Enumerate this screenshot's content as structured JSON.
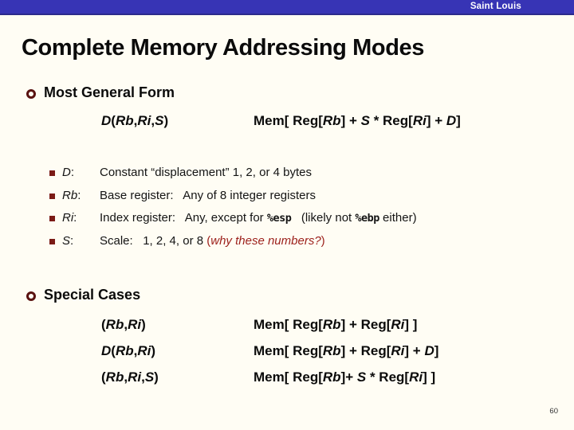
{
  "theme": {
    "bg": "#fffdf4",
    "bar": "#3734b5",
    "barBorder": "#2b2a8c",
    "maroonRing": "#5a1210",
    "maroonSquare": "#7b1b16",
    "darkRed": "#9c1f1a",
    "text": "#111111",
    "pageNum": "#333333"
  },
  "header": {
    "label": "Saint Louis"
  },
  "title": "Complete Memory Addressing Modes",
  "general": {
    "heading": "Most General Form",
    "form": [
      {
        "t": "D",
        "c": "v"
      },
      {
        "t": "("
      },
      {
        "t": "Rb",
        "c": "v"
      },
      {
        "t": ","
      },
      {
        "t": "Ri",
        "c": "v"
      },
      {
        "t": ","
      },
      {
        "t": "S",
        "c": "v"
      },
      {
        "t": ")"
      }
    ],
    "meaning": [
      {
        "t": "Mem[ Reg["
      },
      {
        "t": "Rb",
        "c": "v"
      },
      {
        "t": "] + "
      },
      {
        "t": "S",
        "c": "v"
      },
      {
        "t": " * Reg["
      },
      {
        "t": "Ri",
        "c": "v"
      },
      {
        "t": "] + "
      },
      {
        "t": "D",
        "c": "v"
      },
      {
        "t": "]"
      }
    ],
    "definitions": [
      {
        "term": [
          {
            "t": "D",
            "c": "v"
          },
          {
            "t": ":"
          }
        ],
        "desc": [
          {
            "t": "Constant “displacement” 1, 2, or 4 bytes"
          }
        ]
      },
      {
        "term": [
          {
            "t": "Rb",
            "c": "v"
          },
          {
            "t": ":"
          }
        ],
        "desc": [
          {
            "t": "Base register:   Any of 8 integer registers"
          }
        ]
      },
      {
        "term": [
          {
            "t": "Ri",
            "c": "v"
          },
          {
            "t": ":"
          }
        ],
        "desc": [
          {
            "t": "Index register:   Any, except for "
          },
          {
            "t": "%esp",
            "c": "m"
          },
          {
            "t": "   (likely not "
          },
          {
            "t": "%ebp",
            "c": "m"
          },
          {
            "t": " either)"
          }
        ]
      },
      {
        "term": [
          {
            "t": "S",
            "c": "v"
          },
          {
            "t": ":"
          }
        ],
        "desc": [
          {
            "t": "Scale:   1, 2, 4, or 8 "
          },
          {
            "t": "(",
            "c": "r"
          },
          {
            "t": "why these numbers?",
            "c": "ri"
          },
          {
            "t": ")",
            "c": "r"
          }
        ]
      }
    ]
  },
  "special": {
    "heading": "Special Cases",
    "cases": [
      {
        "form": [
          {
            "t": "("
          },
          {
            "t": "Rb",
            "c": "v"
          },
          {
            "t": ","
          },
          {
            "t": "Ri",
            "c": "v"
          },
          {
            "t": ")"
          }
        ],
        "meaning": [
          {
            "t": "Mem[ Reg["
          },
          {
            "t": "Rb",
            "c": "v"
          },
          {
            "t": "] + Reg["
          },
          {
            "t": "Ri",
            "c": "v"
          },
          {
            "t": "] ]"
          }
        ]
      },
      {
        "form": [
          {
            "t": "D",
            "c": "v"
          },
          {
            "t": "("
          },
          {
            "t": "Rb",
            "c": "v"
          },
          {
            "t": ","
          },
          {
            "t": "Ri",
            "c": "v"
          },
          {
            "t": ")"
          }
        ],
        "meaning": [
          {
            "t": "Mem[ Reg["
          },
          {
            "t": "Rb",
            "c": "v"
          },
          {
            "t": "] + Reg["
          },
          {
            "t": "Ri",
            "c": "v"
          },
          {
            "t": "] + "
          },
          {
            "t": "D",
            "c": "v"
          },
          {
            "t": "]"
          }
        ]
      },
      {
        "form": [
          {
            "t": "("
          },
          {
            "t": "Rb",
            "c": "v"
          },
          {
            "t": ","
          },
          {
            "t": "Ri",
            "c": "v"
          },
          {
            "t": ","
          },
          {
            "t": "S",
            "c": "v"
          },
          {
            "t": ")"
          }
        ],
        "meaning": [
          {
            "t": "Mem[ Reg["
          },
          {
            "t": "Rb",
            "c": "v"
          },
          {
            "t": "]+ "
          },
          {
            "t": "S",
            "c": "v"
          },
          {
            "t": " * Reg["
          },
          {
            "t": "Ri",
            "c": "v"
          },
          {
            "t": "] ]"
          }
        ]
      }
    ]
  },
  "page_number": "60"
}
